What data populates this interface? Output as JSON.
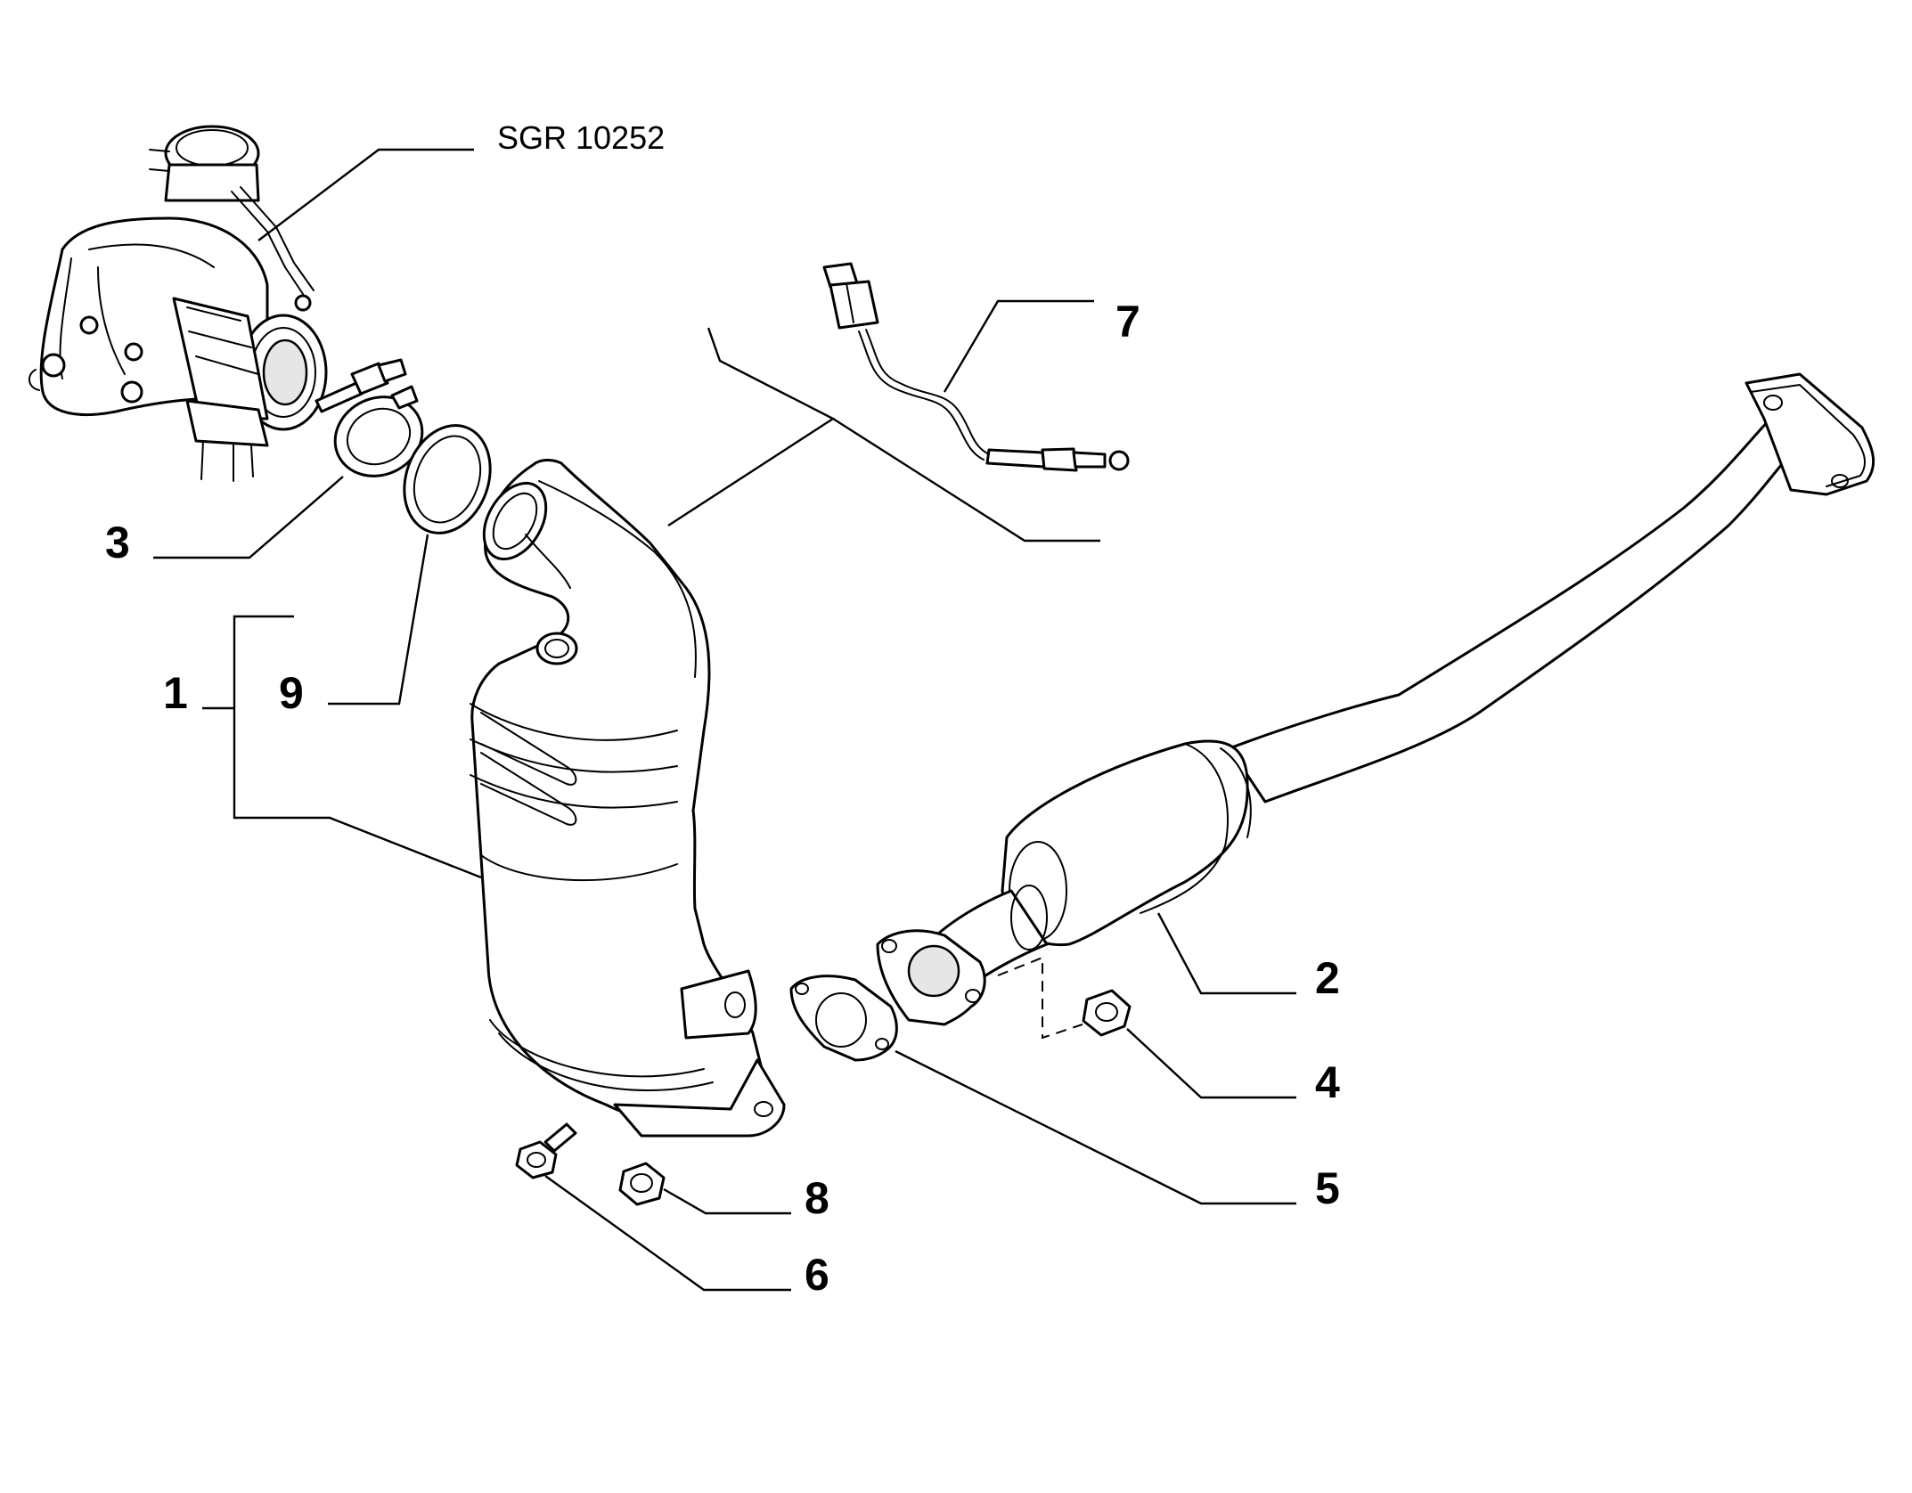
{
  "reference": "SGR 10252",
  "callouts": {
    "c1": "1",
    "c2": "2",
    "c3": "3",
    "c4": "4",
    "c5": "5",
    "c6": "6",
    "c7": "7",
    "c8": "8",
    "c9": "9"
  },
  "icons": [
    "turbocharger",
    "clamp",
    "gasket-ring",
    "catalytic-converter",
    "lambda-sensor",
    "exhaust-pipe",
    "flange-gasket",
    "flange-nut",
    "flange-bolt"
  ]
}
